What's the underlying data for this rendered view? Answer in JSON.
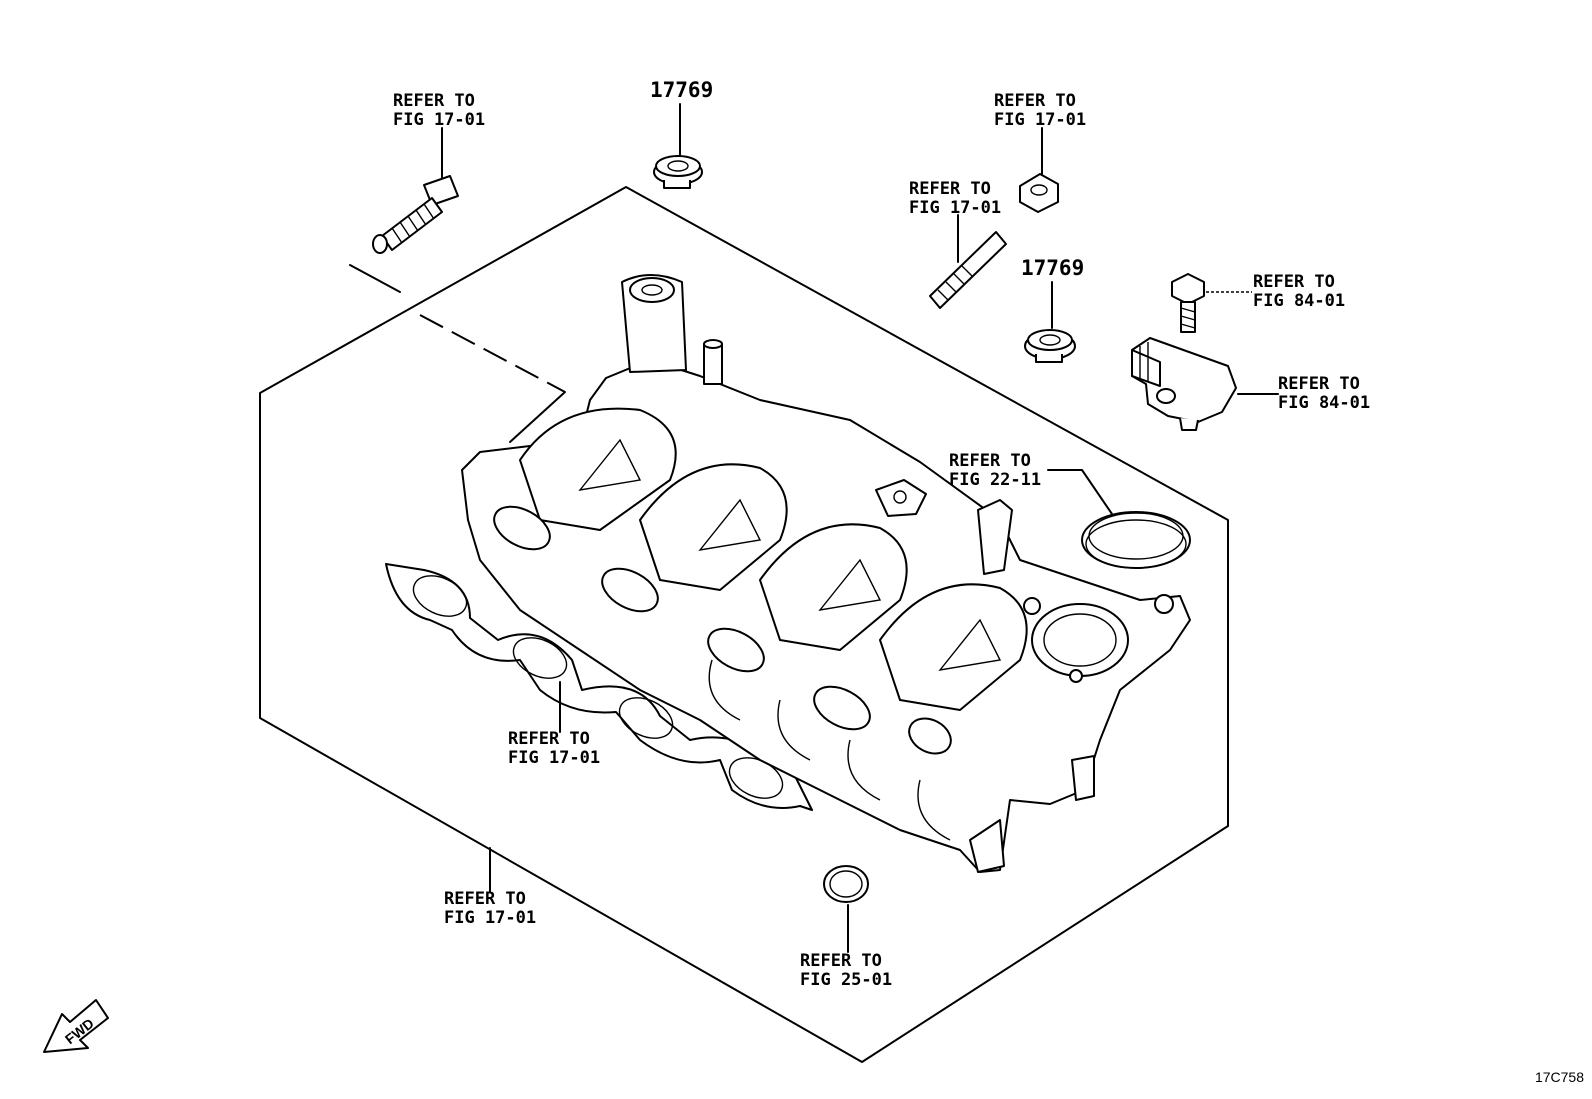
{
  "part_numbers": [
    {
      "id": "pn-top",
      "text": "17769"
    },
    {
      "id": "pn-mid",
      "text": "17769"
    }
  ],
  "callouts": [
    {
      "id": "bolt-left",
      "line1": "REFER TO",
      "line2": "FIG 17-01"
    },
    {
      "id": "nut-top-right",
      "line1": "REFER TO",
      "line2": "FIG 17-01"
    },
    {
      "id": "stud",
      "line1": "REFER TO",
      "line2": "FIG 17-01"
    },
    {
      "id": "bolt-sensor",
      "line1": "REFER TO",
      "line2": "FIG 84-01"
    },
    {
      "id": "sensor",
      "line1": "REFER TO",
      "line2": "FIG 84-01"
    },
    {
      "id": "ring-large",
      "line1": "REFER TO",
      "line2": "FIG 22-11"
    },
    {
      "id": "gasket",
      "line1": "REFER TO",
      "line2": "FIG 17-01"
    },
    {
      "id": "manifold",
      "line1": "REFER TO",
      "line2": "FIG 17-01"
    },
    {
      "id": "ring-small",
      "line1": "REFER TO",
      "line2": "FIG 25-01"
    }
  ],
  "direction_arrow": {
    "label": "FWD",
    "icon": "fwd-arrow-icon"
  },
  "figure_id": "17C758"
}
